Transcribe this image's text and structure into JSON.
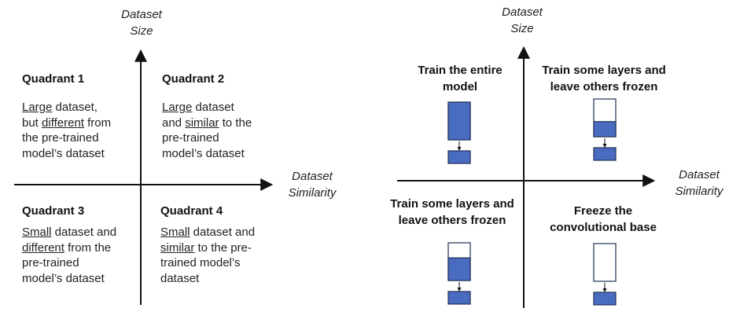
{
  "left_diagram": {
    "y_axis_label": [
      "Dataset",
      "Size"
    ],
    "x_axis_label": [
      "Dataset",
      "Similarity"
    ],
    "quadrants": [
      {
        "title": "Quadrant 1",
        "lines": [
          [
            {
              "t": "Large",
              "u": true
            },
            {
              "t": " dataset,",
              "u": false
            }
          ],
          [
            {
              "t": "but ",
              "u": false
            },
            {
              "t": "different",
              "u": true
            },
            {
              "t": " from",
              "u": false
            }
          ],
          [
            {
              "t": "the pre-trained",
              "u": false
            }
          ],
          [
            {
              "t": "model’s dataset",
              "u": false
            }
          ]
        ]
      },
      {
        "title": "Quadrant 2",
        "lines": [
          [
            {
              "t": "Large",
              "u": true
            },
            {
              "t": " dataset",
              "u": false
            }
          ],
          [
            {
              "t": "and ",
              "u": false
            },
            {
              "t": "similar",
              "u": true
            },
            {
              "t": " to the",
              "u": false
            }
          ],
          [
            {
              "t": "pre-trained",
              "u": false
            }
          ],
          [
            {
              "t": "model’s dataset",
              "u": false
            }
          ]
        ]
      },
      {
        "title": "Quadrant 3",
        "lines": [
          [
            {
              "t": "Small",
              "u": true
            },
            {
              "t": " dataset and",
              "u": false
            }
          ],
          [
            {
              "t": "different",
              "u": true
            },
            {
              "t": " from the",
              "u": false
            }
          ],
          [
            {
              "t": "pre-trained",
              "u": false
            }
          ],
          [
            {
              "t": "model’s dataset",
              "u": false
            }
          ]
        ]
      },
      {
        "title": "Quadrant 4",
        "lines": [
          [
            {
              "t": "Small",
              "u": true
            },
            {
              "t": " dataset and",
              "u": false
            }
          ],
          [
            {
              "t": "similar",
              "u": true
            },
            {
              "t": " to the pre-",
              "u": false
            }
          ],
          [
            {
              "t": "trained model’s",
              "u": false
            }
          ],
          [
            {
              "t": "dataset",
              "u": false
            }
          ]
        ]
      }
    ]
  },
  "right_diagram": {
    "y_axis_label": [
      "Dataset",
      "Size"
    ],
    "x_axis_label": [
      "Dataset",
      "Similarity"
    ],
    "quadrants": [
      {
        "title": [
          "Train the entire",
          "model"
        ],
        "trained_fraction": 1.0
      },
      {
        "title": [
          "Train some layers and",
          "leave others frozen"
        ],
        "trained_fraction": 0.4
      },
      {
        "title": [
          "Train some layers and",
          "leave others frozen"
        ],
        "trained_fraction": 0.6
      },
      {
        "title": [
          "Freeze the",
          "convolutional base"
        ],
        "trained_fraction": 0.0
      }
    ]
  },
  "colors": {
    "trained_fill": "#4a6cc0",
    "block_stroke": "#1f2f55",
    "axis": "#111111"
  }
}
